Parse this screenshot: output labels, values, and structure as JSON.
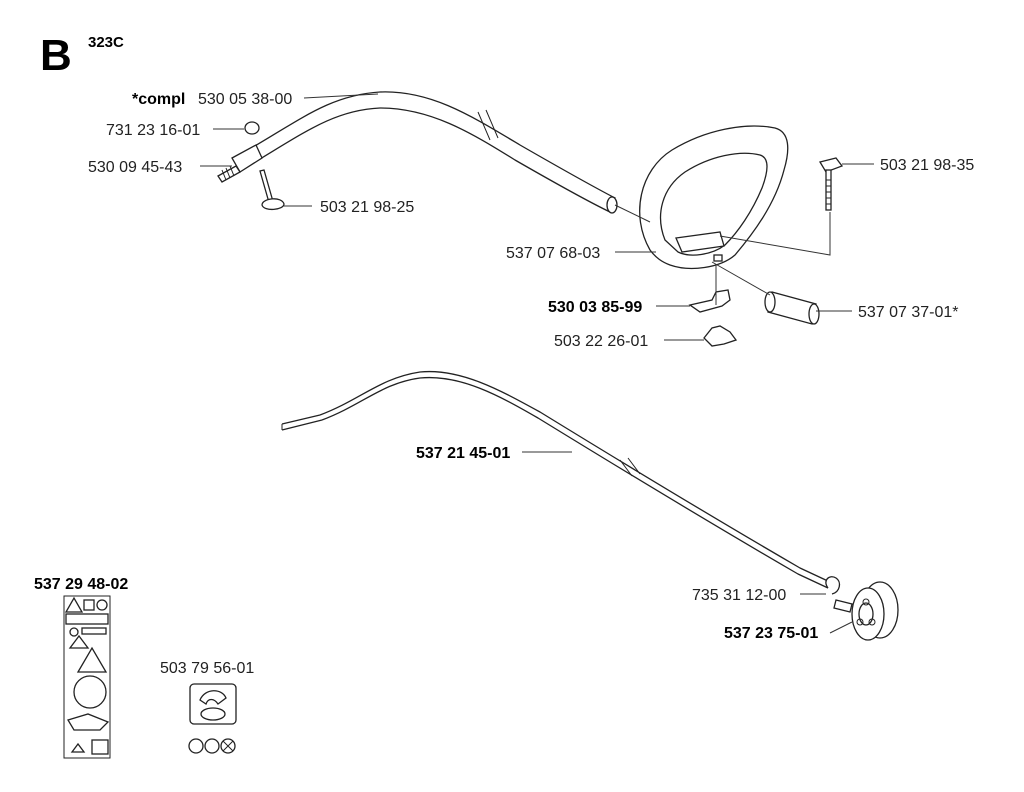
{
  "section": {
    "letter": "B",
    "model": "323C"
  },
  "labels": {
    "shaft_prefix": "*compl",
    "shaft": "530 05 38-00",
    "nut": "731 23 16-01",
    "adapter": "530 09 45-43",
    "screw_left": "503 21 98-25",
    "screw_right": "503 21 98-35",
    "handle": "537 07 68-03",
    "bracket": "530 03 85-99",
    "sleeve": "537 07 37-01*",
    "wing_nut": "503 22 26-01",
    "drive_shaft": "537 21 45-01",
    "circlip": "735 31 12-00",
    "drum": "537 23 75-01",
    "decal_set": "537 29 48-02",
    "decal_small": "503 79 56-01"
  }
}
